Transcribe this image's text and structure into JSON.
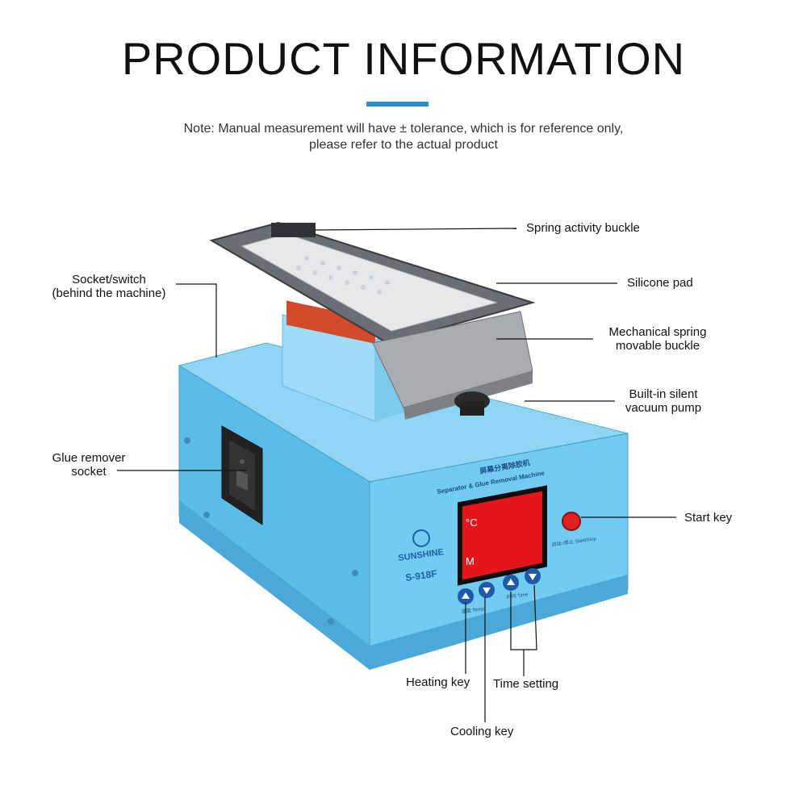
{
  "header": {
    "title": "PRODUCT INFORMATION",
    "note_line1": "Note: Manual measurement will have ± tolerance, which is for reference only,",
    "note_line2": "please refer to the actual product"
  },
  "machine": {
    "name_cn": "屏幕分离除胶机",
    "name_en": "Separator & Glue Removal Machine",
    "brand": "SUNSHINE",
    "model": "S-918F",
    "display_top": "°C",
    "display_bottom": "M",
    "start_stop_label": "启动 /停止 Start/Stop",
    "temp_label": "温度 Temp",
    "time_label": "时间 Time",
    "body_color": "#6cc7ef",
    "start_key_color": "#e02020"
  },
  "callouts": {
    "spring_buckle": "Spring activity buckle",
    "silicone_pad": "Silicone pad",
    "mech_spring_1": "Mechanical spring",
    "mech_spring_2": "movable buckle",
    "vacuum_1": "Built-in silent",
    "vacuum_2": "vacuum pump",
    "start_key": "Start key",
    "socket_1": "Socket/switch",
    "socket_2": "(behind the machine)",
    "glue_1": "Glue remover",
    "glue_2": "socket",
    "heating": "Heating key",
    "time_setting": "Time setting",
    "cooling": "Cooling key"
  }
}
